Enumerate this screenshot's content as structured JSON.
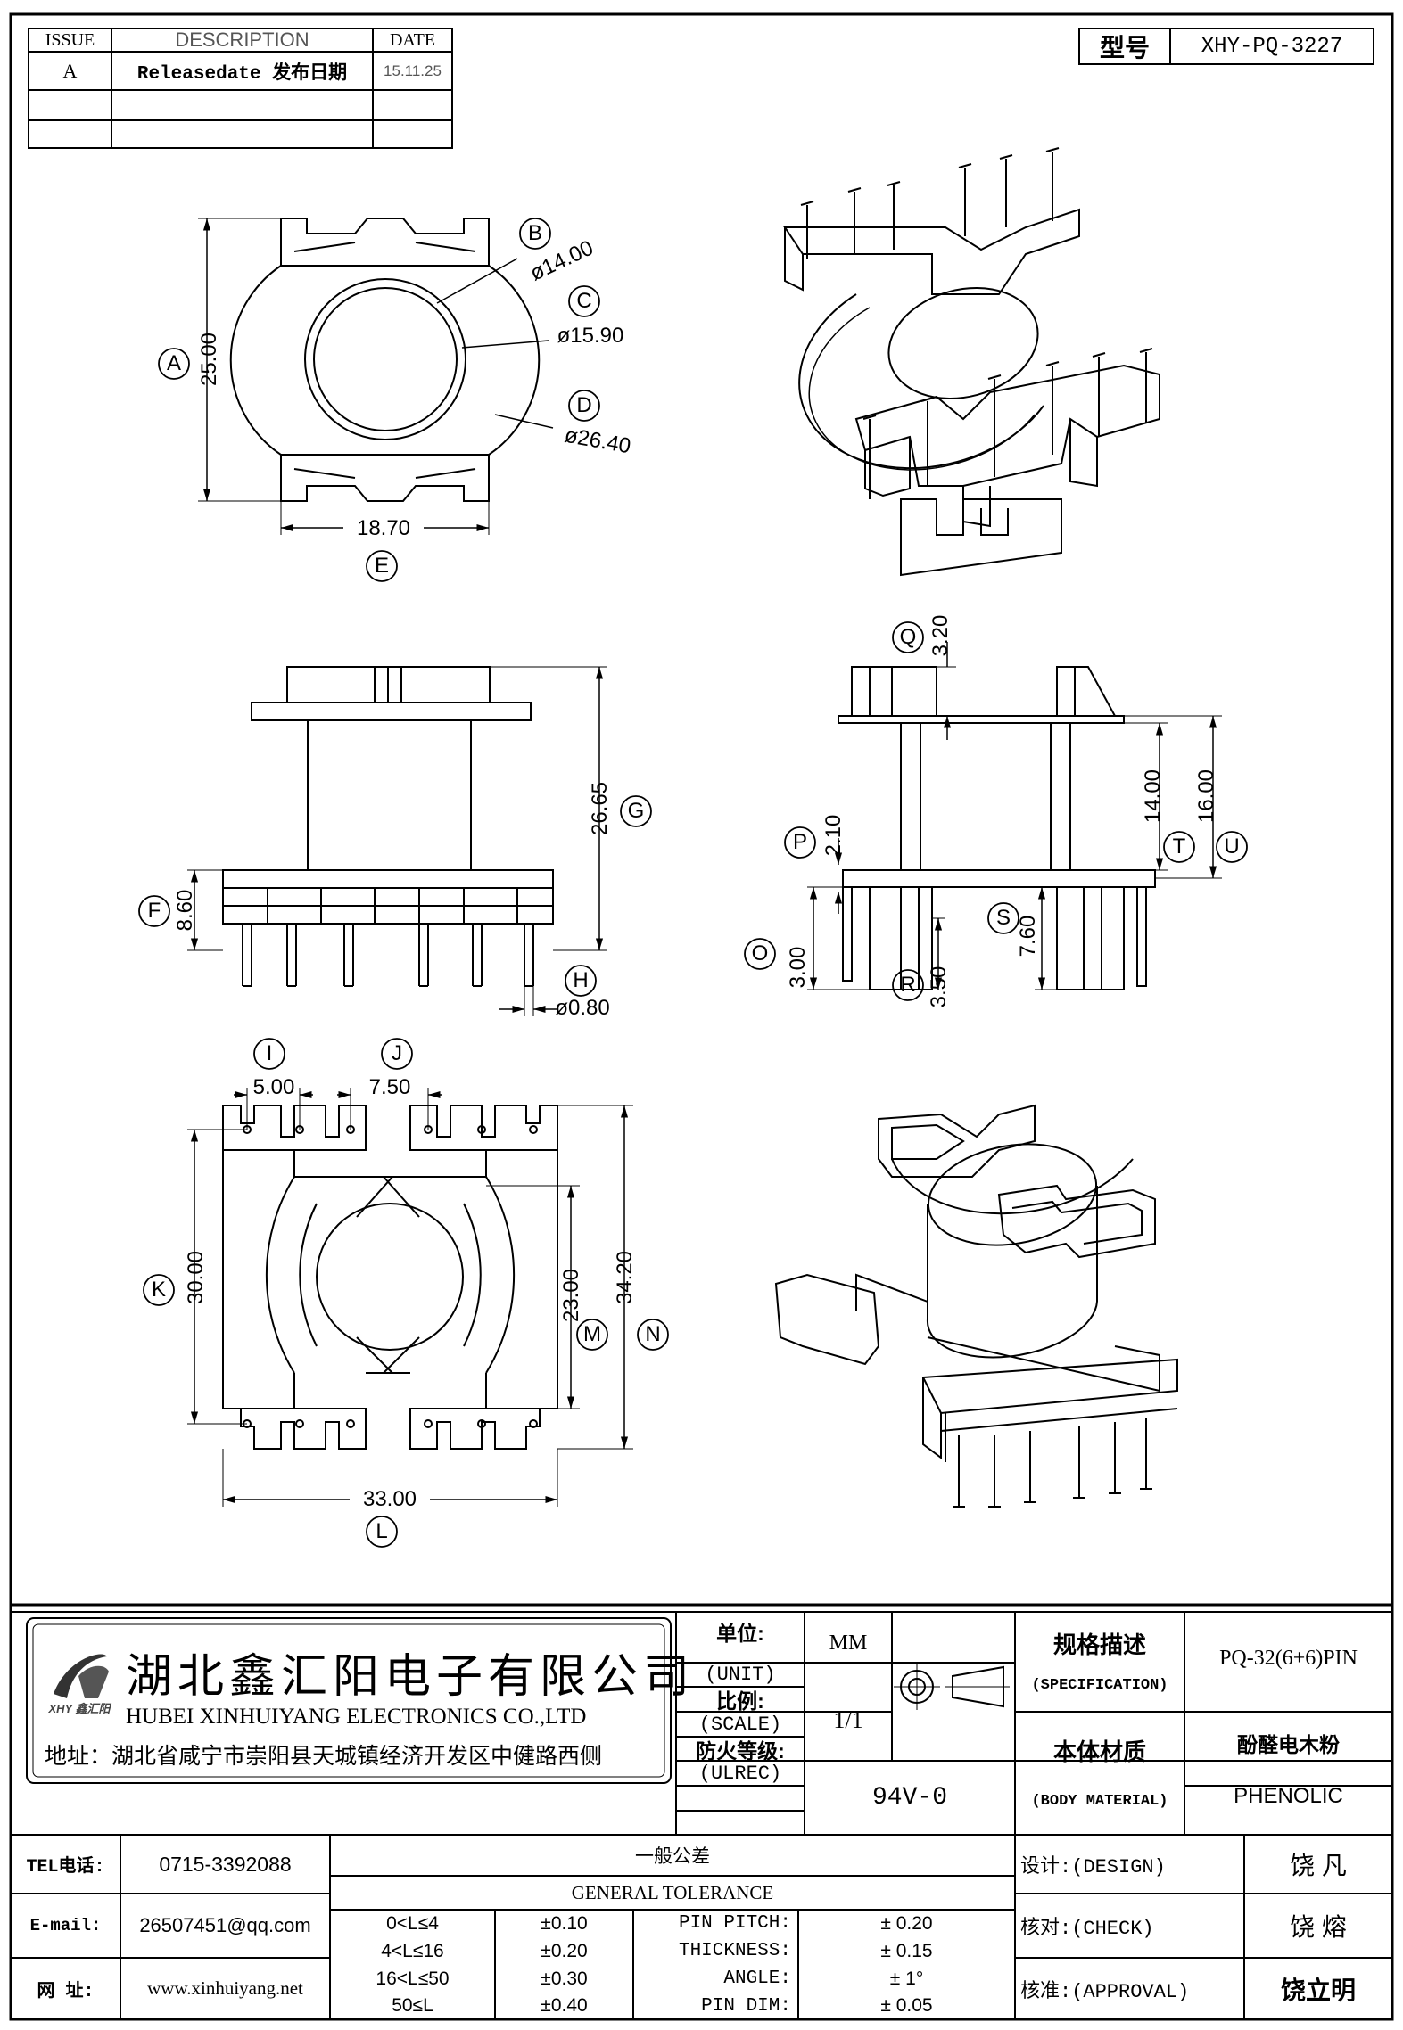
{
  "revision_table": {
    "headers": [
      "ISSUE",
      "DESCRIPTION",
      "DATE"
    ],
    "rows": [
      [
        "A",
        "Releasedate 发布日期",
        "15.11.25"
      ],
      [
        "",
        "",
        ""
      ],
      [
        "",
        "",
        ""
      ]
    ]
  },
  "model": {
    "label": "型号",
    "value": "XHY-PQ-3227"
  },
  "top_view": {
    "callouts": [
      "A",
      "B",
      "C",
      "D",
      "E"
    ],
    "dims": [
      "25.00",
      "ø14.00",
      "ø15.90",
      "ø26.40",
      "18.70"
    ]
  },
  "side_view": {
    "callouts": [
      "F",
      "G",
      "H"
    ],
    "dims": [
      "8.60",
      "26.65",
      "ø0.80"
    ]
  },
  "front_view": {
    "callouts": [
      "Q",
      "P",
      "T",
      "U",
      "S",
      "O",
      "R"
    ],
    "dims": [
      "3.20",
      "2.10",
      "14.00",
      "16.00",
      "7.60",
      "3.00",
      "3.50"
    ]
  },
  "bottom_view": {
    "callouts": [
      "I",
      "J",
      "K",
      "M",
      "N",
      "L"
    ],
    "dims": [
      "5.00",
      "7.50",
      "30.00",
      "23.00",
      "34.20",
      "33.00"
    ]
  },
  "company": {
    "logo_text": "XHY 鑫汇阳",
    "name_cn": "湖北鑫汇阳电子有限公司",
    "name_en": "HUBEI XINHUIYANG ELECTRONICS CO.,LTD",
    "address": "地址：湖北省咸宁市崇阳县天城镇经济开发区中健路西侧"
  },
  "title_block": {
    "unit_label": "单位:",
    "unit_label_en": "(UNIT)",
    "unit_value": "MM",
    "scale_label": "比例:",
    "scale_label_en": "(SCALE)",
    "scale_value": "1/1",
    "fire_label": "防火等级:",
    "fire_label_en": "(ULREC)",
    "fire_value": "94V-0",
    "spec_label": "规格描述",
    "spec_label_en": "(SPECIFICATION)",
    "spec_value": "PQ-32(6+6)PIN",
    "material_label": "本体材质",
    "material_label_en": "(BODY MATERIAL)",
    "material_value_cn": "酚醛电木粉",
    "material_value_en": "PHENOLIC"
  },
  "contact": {
    "tel_label": "TEL电话:",
    "tel": "0715-3392088",
    "email_label": "E-mail:",
    "email": "26507451@qq.com",
    "web_label": "网  址:",
    "web": "www.xinhuiyang.net"
  },
  "tolerance": {
    "title_cn": "一般公差",
    "title_en": "GENERAL TOLERANCE",
    "ranges": [
      {
        "range": "0<L≤4",
        "tol": "±0.10"
      },
      {
        "range": "4<L≤16",
        "tol": "±0.20"
      },
      {
        "range": "16<L≤50",
        "tol": "±0.30"
      },
      {
        "range": "50≤L",
        "tol": "±0.40"
      }
    ],
    "specials": [
      {
        "name": "PIN PITCH:",
        "tol": "±  0.20"
      },
      {
        "name": "THICKNESS:",
        "tol": "±  0.15"
      },
      {
        "name": "ANGLE:",
        "tol": "±  1°"
      },
      {
        "name": "PIN DIM:",
        "tol": "±  0.05"
      }
    ]
  },
  "approval": {
    "design_label": "设计:(DESIGN)",
    "design_name": "饶  凡",
    "check_label": "核对:(CHECK)",
    "check_name": "饶  熔",
    "approval_label": "核准:(APPROVAL)",
    "approval_name": "饶立明"
  }
}
